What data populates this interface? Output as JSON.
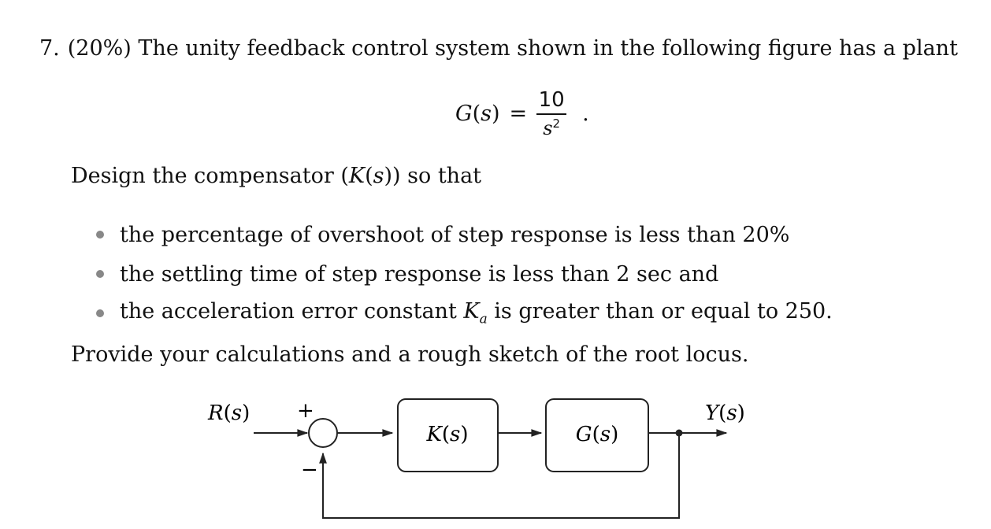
{
  "problem": {
    "number": "7.",
    "statement": "(20%) The unity feedback control system shown in the following figure has a plant"
  },
  "equation": {
    "lhs_fn": "G",
    "lhs_open": "(",
    "lhs_arg": "s",
    "lhs_close": ")",
    "equals": "=",
    "numerator": "10",
    "denominator_var": "s",
    "denominator_exp": "2",
    "period": "."
  },
  "design": {
    "before": "Design the compensator (",
    "k_var": "K",
    "open": "(",
    "s_var": "s",
    "close": "))",
    "after": " so that"
  },
  "bullets": [
    {
      "text": "the percentage of overshoot of step response is less than 20%"
    },
    {
      "text": "the settling time of step response is less than 2 sec and"
    },
    {
      "before": "the acceleration error constant ",
      "var": "K",
      "sub": "a",
      "after": " is greater than or equal to 250."
    }
  ],
  "closing": "Provide your calculations and a rough sketch of the root locus.",
  "diagram": {
    "input_fn": "R",
    "output_fn": "Y",
    "arg": "s",
    "plus_sign": "+",
    "minus_sign": "−",
    "block_k": "K",
    "block_g": "G"
  }
}
